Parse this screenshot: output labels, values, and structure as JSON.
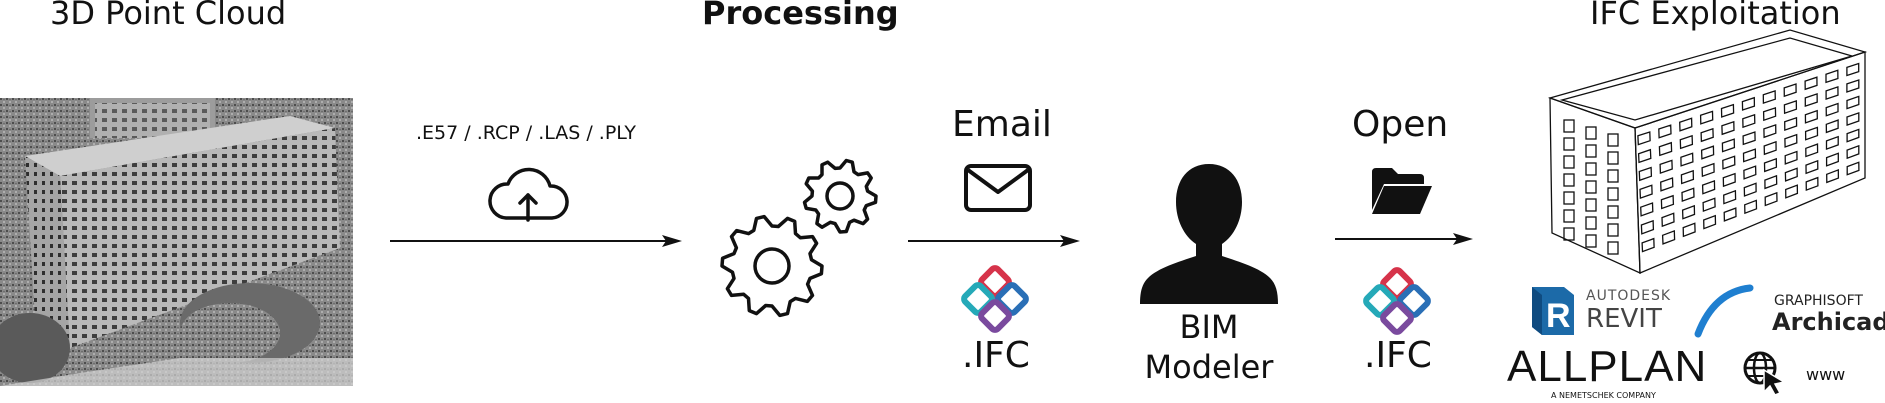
{
  "titles": {
    "point_cloud": "3D Point Cloud",
    "processing": "Processing",
    "exploitation": "IFC Exploitation"
  },
  "upload": {
    "formats": ".E57 / .RCP / .LAS / .PLY",
    "icon": "cloud-upload-icon"
  },
  "email_step": {
    "label": "Email",
    "icon": "envelope-icon",
    "file_label": ".IFC",
    "file_icon": "ifc-logo-icon"
  },
  "modeler": {
    "line1": "BIM",
    "line2": "Modeler",
    "icon": "person-silhouette-icon"
  },
  "open_step": {
    "label": "Open",
    "icon": "open-folder-icon",
    "file_label": ".IFC",
    "file_icon": "ifc-logo-icon"
  },
  "software": {
    "revit_top": "AUTODESK",
    "revit_bottom": "REVIT",
    "graphisoft_top": "GRAPHISOFT",
    "graphisoft_bottom": "Archicad",
    "allplan": "ALLPLAN",
    "allplan_sub": "A NEMETSCHEK COMPANY",
    "web": "www"
  },
  "colors": {
    "ink": "#111111",
    "ifc_red": "#d6334a",
    "ifc_blue": "#2a6fb6",
    "ifc_teal": "#25a9b8",
    "ifc_purple": "#7a4a9e",
    "revit_blue": "#1c6aa8",
    "archicad_blue": "#1f7fd0"
  }
}
